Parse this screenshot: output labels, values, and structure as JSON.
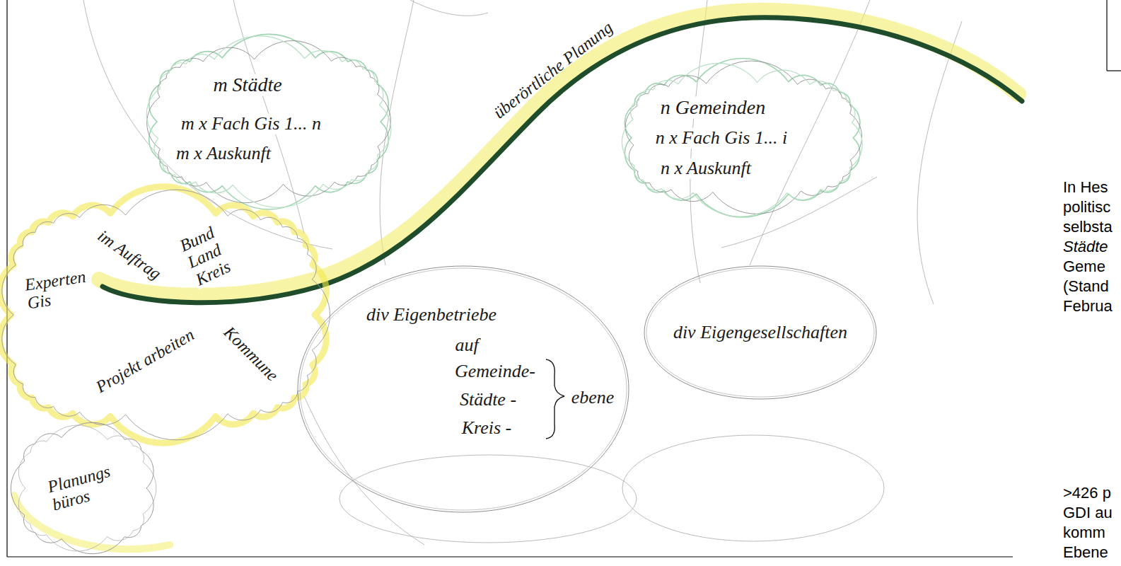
{
  "diagram": {
    "nodes": [
      {
        "text": [
          "m Städte",
          "m x Fach Gis 1... n",
          "m x Auskunft"
        ]
      },
      {
        "text": [
          "n Gemeinden",
          "n x Fach Gis 1... i",
          "n x Auskunft"
        ]
      },
      {
        "text": [
          "Experten Gis",
          "im Auftrag",
          "Bund Land Kreis",
          "Kommune",
          "Projekt arbeiten"
        ]
      },
      {
        "text": [
          "Planungs büros"
        ]
      },
      {
        "text": [
          "div Eigenbetriebe",
          "auf",
          "Gemeinde-",
          "Städte -",
          "Kreis -",
          "ebene"
        ]
      },
      {
        "text": [
          "div Eigengesellschaften"
        ]
      }
    ],
    "labels": [
      "überörtliche Planung",
      "In Hes",
      "politisc",
      "selbsta",
      "Städte",
      "Geme",
      "(Stand",
      "Februa",
      ">426 p",
      "GDI au",
      "komm",
      "Ebene"
    ]
  }
}
